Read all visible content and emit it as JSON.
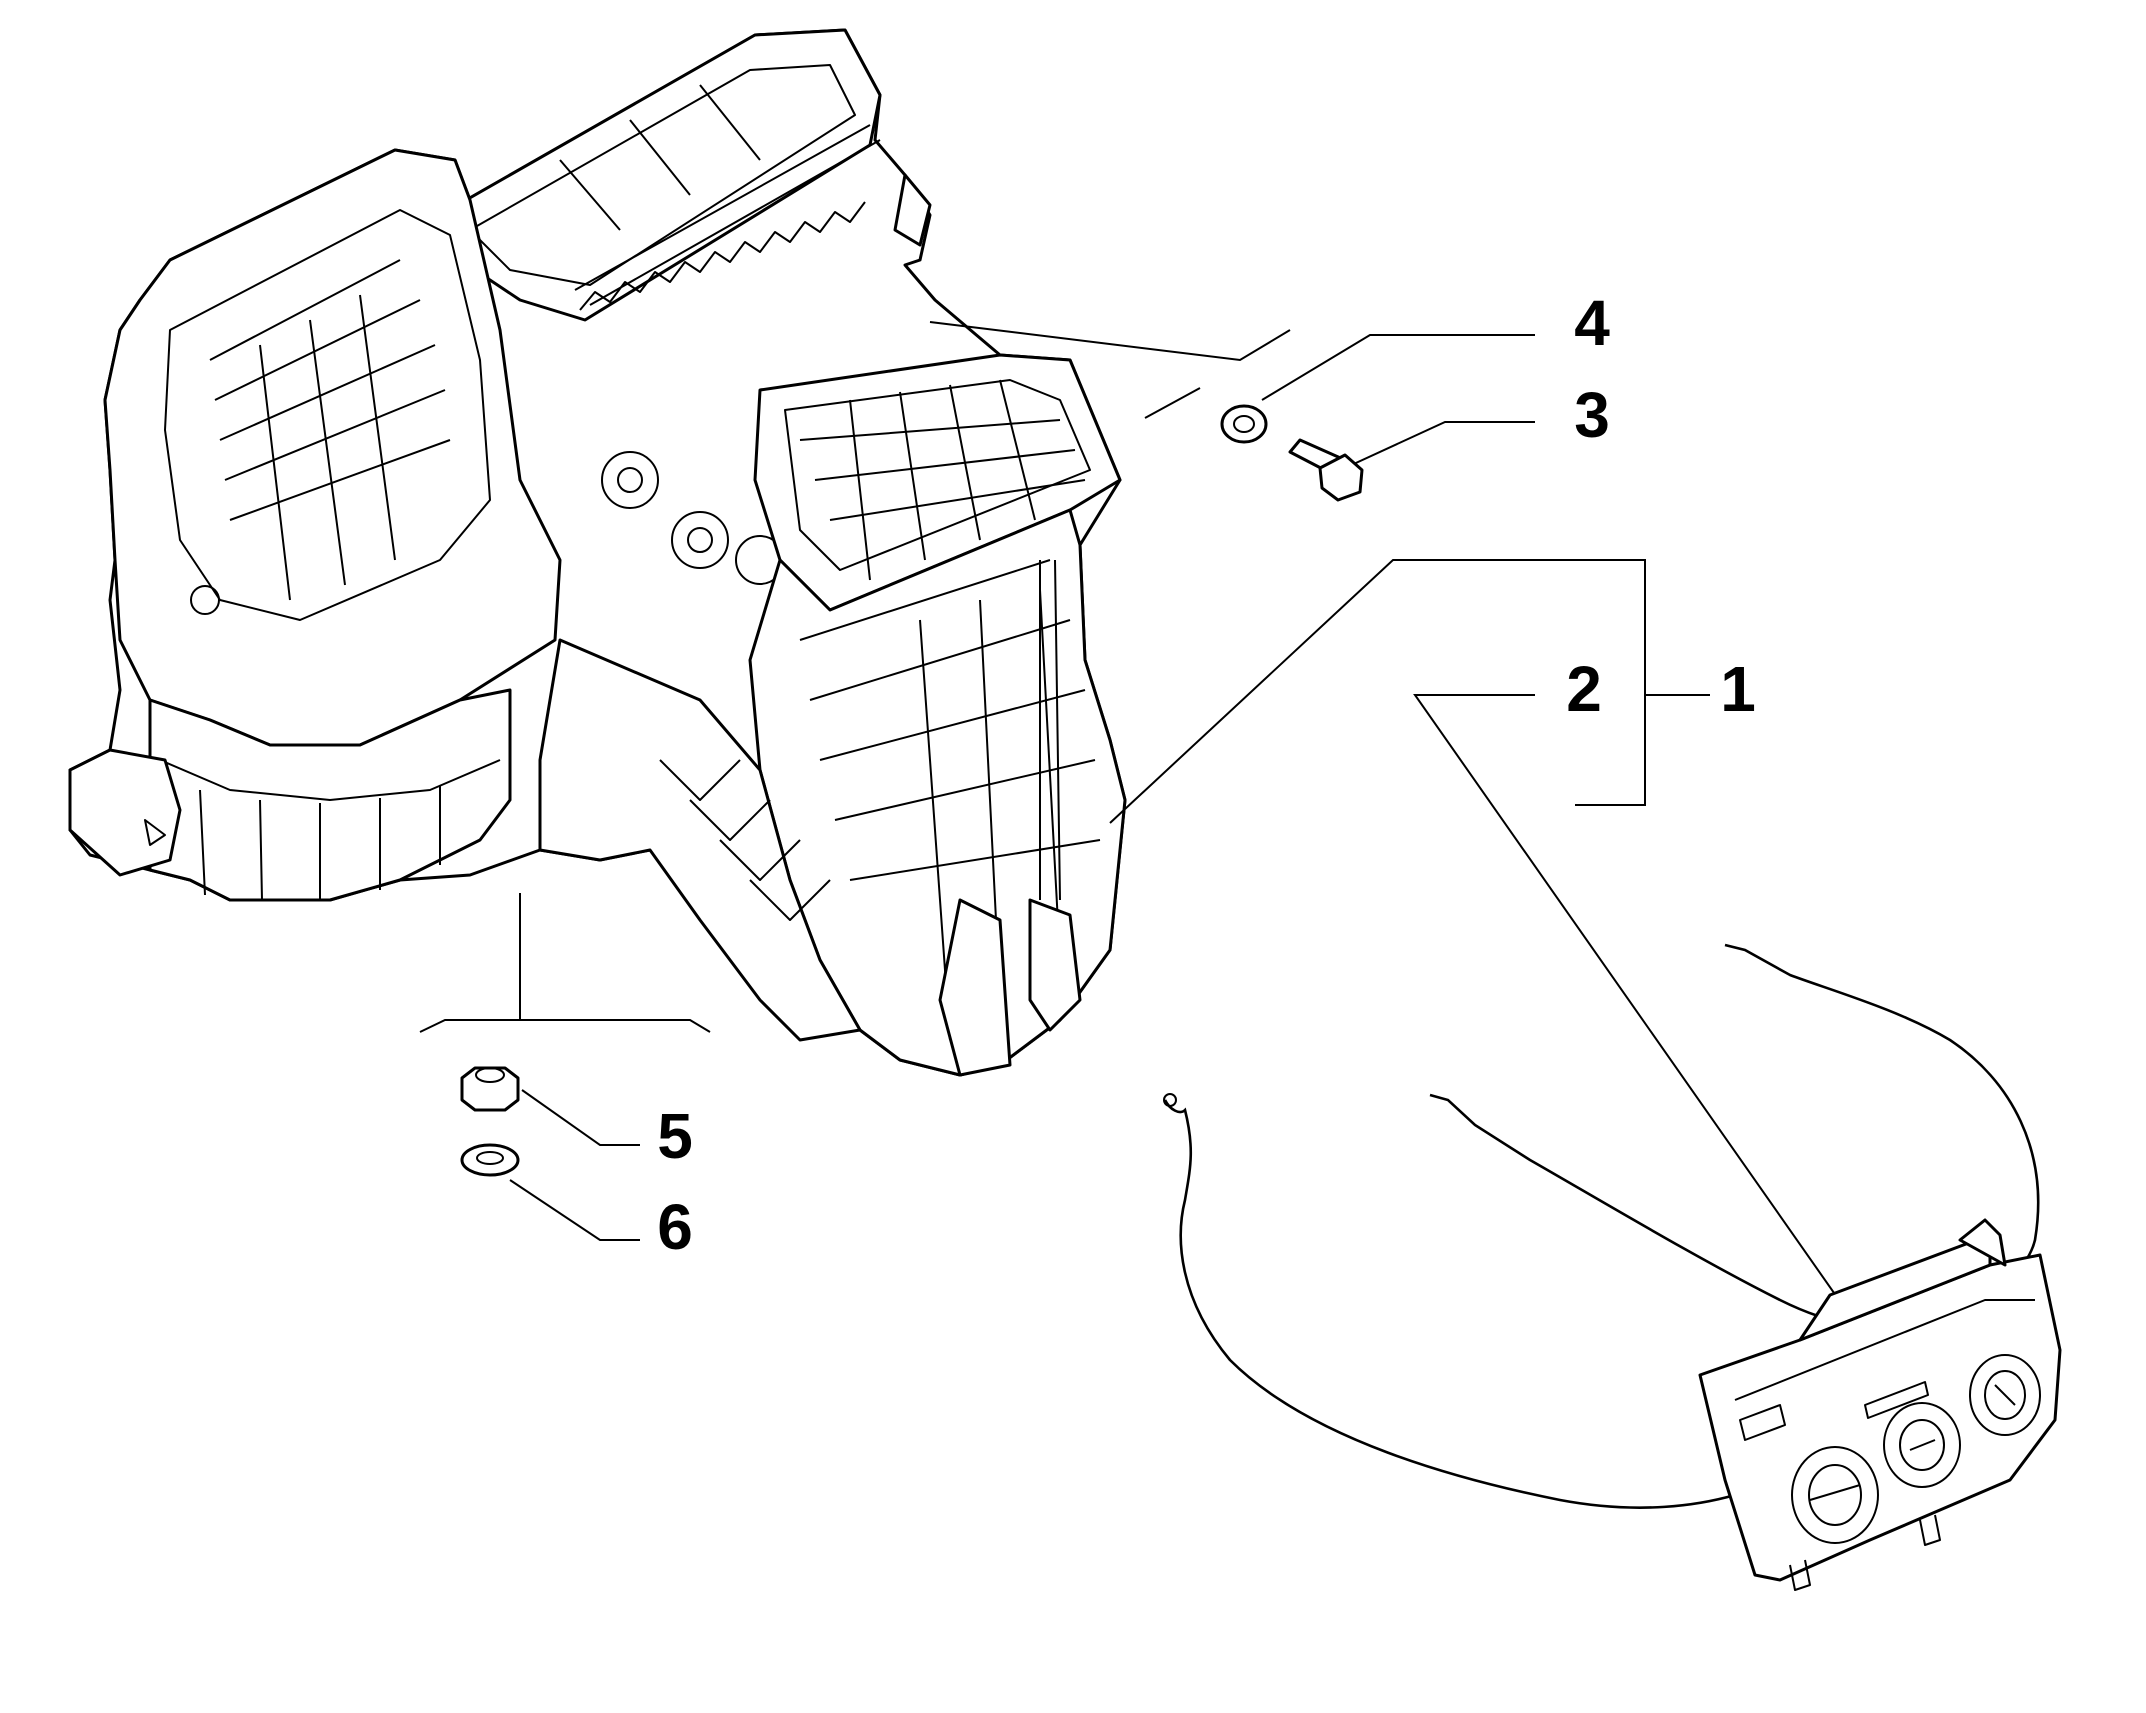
{
  "diagram": {
    "callouts": [
      {
        "id": "1",
        "label": "1"
      },
      {
        "id": "2",
        "label": "2"
      },
      {
        "id": "3",
        "label": "3"
      },
      {
        "id": "4",
        "label": "4"
      },
      {
        "id": "5",
        "label": "5"
      },
      {
        "id": "6",
        "label": "6"
      }
    ],
    "parts": {
      "hvac_unit": "heater-blower-housing",
      "control_panel": "climate-control-panel",
      "cables": "control-cables",
      "washer_4": "washer",
      "bolt_3": "bolt",
      "nut_5": "nut",
      "washer_6": "washer"
    },
    "ink_color": "#000000",
    "background_color": "#ffffff"
  }
}
